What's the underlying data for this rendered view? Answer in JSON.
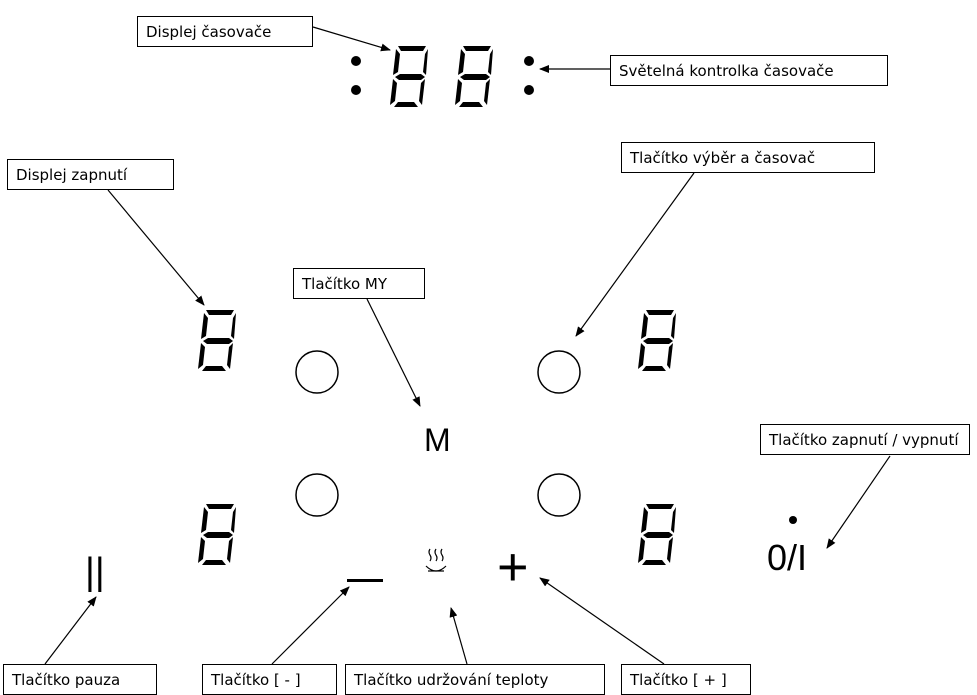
{
  "labels": {
    "timer_display": "Displej časovače",
    "timer_indicator": "Světelná kontrolka časovače",
    "power_display": "Displej zapnutí",
    "select_timer_button": "Tlačítko výběr a časovač",
    "my_button": "Tlačítko MY",
    "on_off_button": "Tlačítko zapnutí / vypnutí",
    "pause_button": "Tlačítko pauza",
    "minus_button": "Tlačítko [ - ]",
    "keep_warm_button": "Tlačítko udržování teploty",
    "plus_button": "Tlačítko [ + ]"
  },
  "symbols": {
    "my": "M",
    "on_off": "0/I",
    "pause": "||",
    "plus": "+"
  },
  "colors": {
    "ink": "#000000",
    "background": "#ffffff"
  }
}
